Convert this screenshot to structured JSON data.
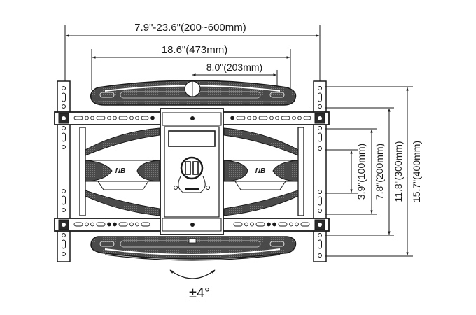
{
  "diagram": {
    "subject": "TV wall mount bracket – front view with VESA dimensions",
    "colors": {
      "line": "#1a1a1a",
      "fill_dark": "#3a3a3a",
      "fill_mid": "#6e6e6e",
      "background": "#ffffff"
    },
    "horizontal_dimensions": [
      {
        "id": "rail-span",
        "label": "7.9\"-23.6\"(200~600mm)"
      },
      {
        "id": "arm-width",
        "label": "18.6\"(473mm)"
      },
      {
        "id": "half-span",
        "label": "8.0\"(203mm)"
      }
    ],
    "vertical_dimensions": [
      {
        "id": "vesa-100",
        "label": "3.9\"(100mm)"
      },
      {
        "id": "vesa-200",
        "label": "7.8\"(200mm)"
      },
      {
        "id": "vesa-300",
        "label": "11.8\"(300mm)"
      },
      {
        "id": "vesa-400",
        "label": "15.7\"(400mm)"
      }
    ],
    "tilt": {
      "label": "±4°"
    },
    "logo_text": "NB"
  }
}
